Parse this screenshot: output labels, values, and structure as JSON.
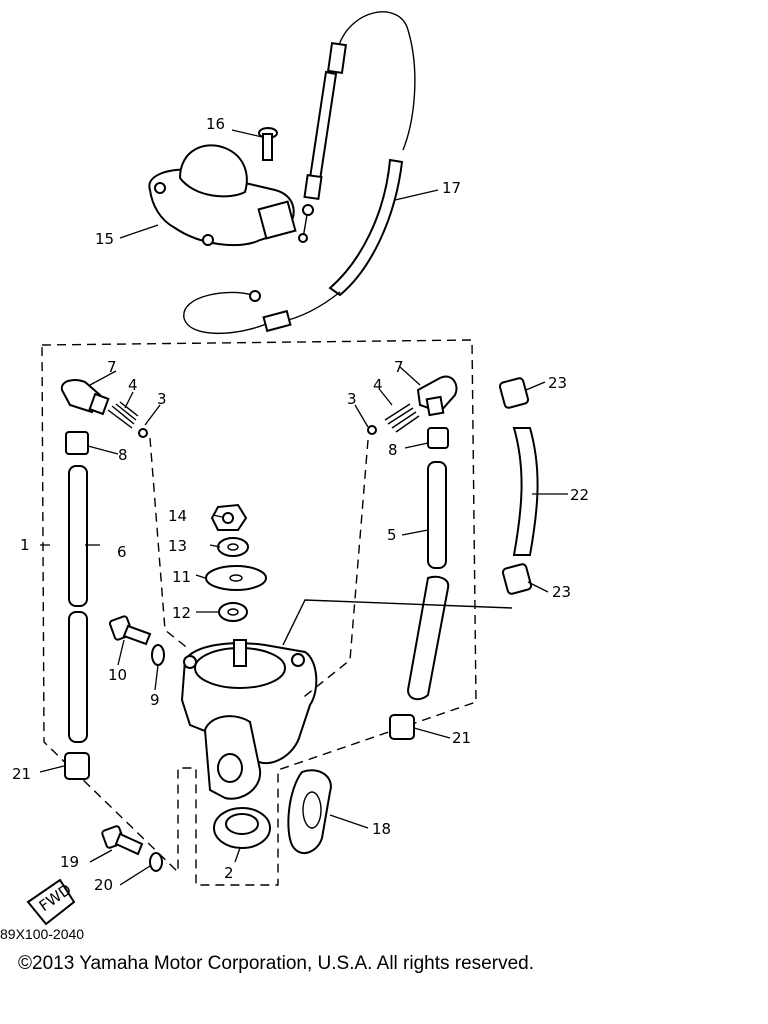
{
  "figure_code": "89X100-2040",
  "copyright": "©2013 Yamaha Motor Corporation, U.S.A. All rights reserved.",
  "fwd_marker": "FWD",
  "callouts": {
    "c1": "1",
    "c2": "2",
    "c3a": "3",
    "c3b": "3",
    "c4a": "4",
    "c4b": "4",
    "c5": "5",
    "c6": "6",
    "c7a": "7",
    "c7b": "7",
    "c8a": "8",
    "c8b": "8",
    "c9": "9",
    "c10": "10",
    "c11": "11",
    "c12": "12",
    "c13": "13",
    "c14": "14",
    "c15": "15",
    "c16": "16",
    "c17": "17",
    "c18": "18",
    "c19": "19",
    "c20": "20",
    "c21a": "21",
    "c21b": "21",
    "c22": "22",
    "c23a": "23",
    "c23b": "23"
  }
}
